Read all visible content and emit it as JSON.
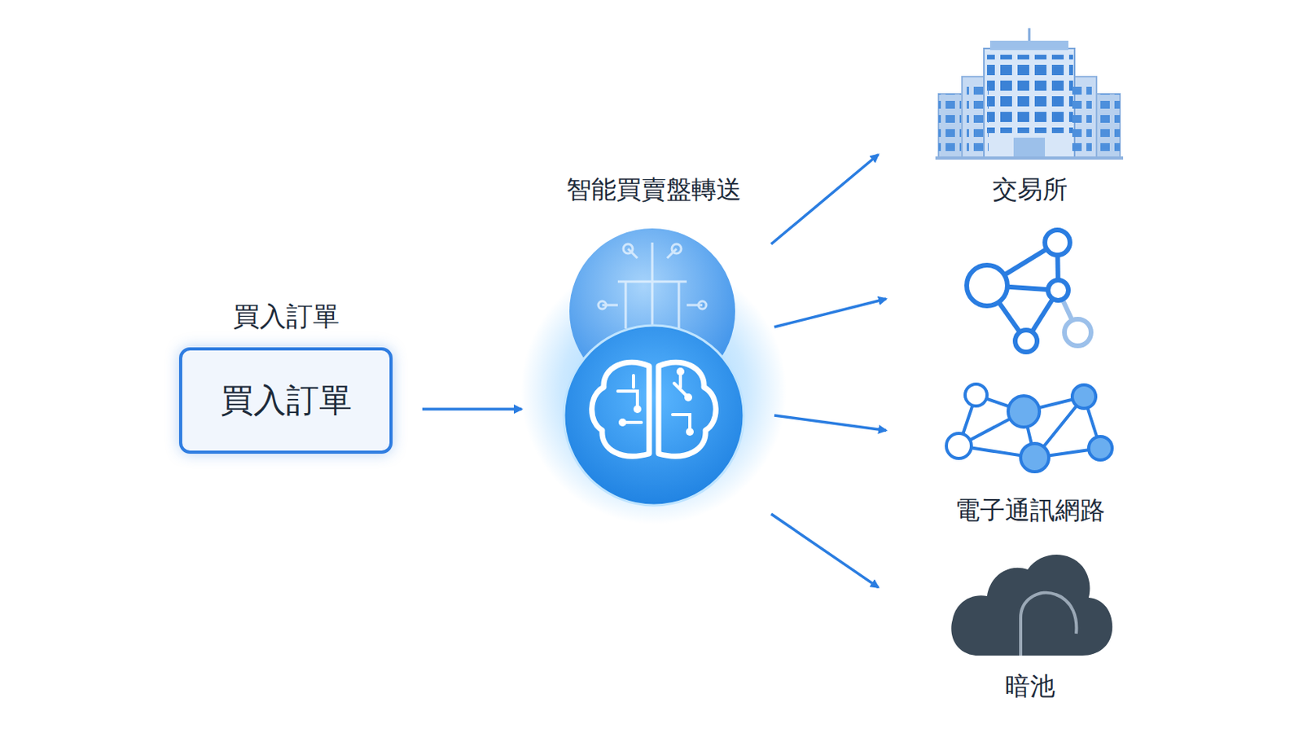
{
  "diagram": {
    "nodes": [
      {
        "text": [
          "買入訂單",
          "買入訂單"
        ]
      },
      {
        "text": [
          "智能買賣盤轉送"
        ]
      },
      {
        "text": [
          "交易所"
        ]
      },
      {
        "text": [
          "電子通訊網路"
        ]
      },
      {
        "text": [
          "暗池"
        ]
      }
    ],
    "edges": [
      {
        "from": 0,
        "to": 1,
        "arrow": "to"
      },
      {
        "from": 1,
        "to": 2,
        "arrow": "to"
      },
      {
        "from": 1,
        "to": 3,
        "arrow": "to"
      },
      {
        "from": 1,
        "to": 4,
        "arrow": "to"
      }
    ]
  }
}
